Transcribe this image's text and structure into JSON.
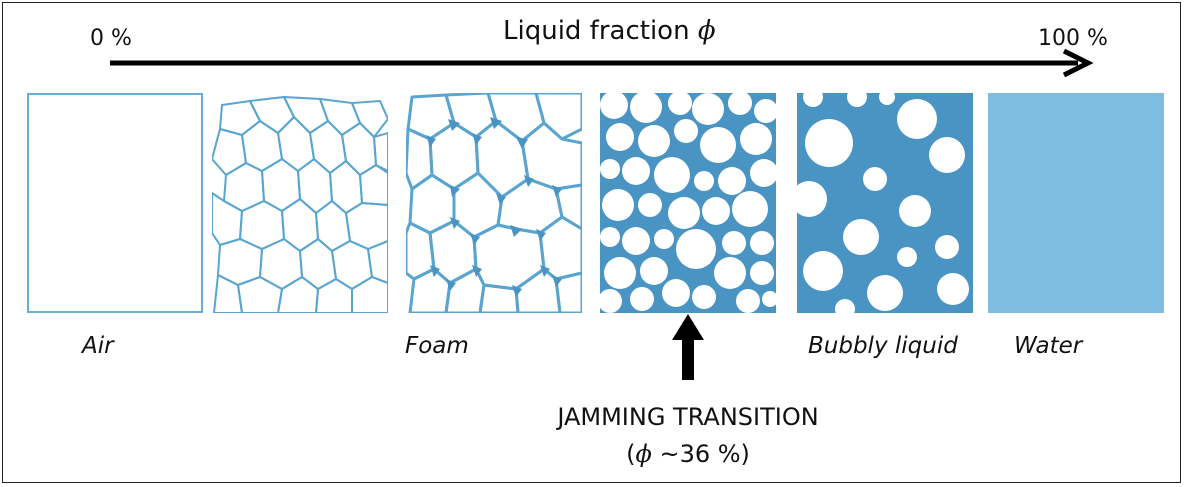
{
  "axis": {
    "left_label": "0 %",
    "right_label": "100 %",
    "title_text": "Liquid fraction ",
    "title_symbol": "ϕ"
  },
  "panels": [
    {
      "id": "air",
      "label": "Air"
    },
    {
      "id": "dry-foam",
      "label": ""
    },
    {
      "id": "wet-foam",
      "label": "Foam"
    },
    {
      "id": "jammed",
      "label": ""
    },
    {
      "id": "bubbly",
      "label": "Bubbly liquid"
    },
    {
      "id": "water",
      "label": "Water"
    }
  ],
  "labels": {
    "air": "Air",
    "foam": "Foam",
    "bubbly": "Bubbly liquid",
    "water": "Water"
  },
  "jamming": {
    "title": "JAMMING TRANSITION",
    "open": "(",
    "symbol": "ϕ",
    "value": " ~36 %)"
  },
  "colors": {
    "liquid": "#4a94c4",
    "water": "#7fbde0",
    "film": "#5aa5d0",
    "air_border": "#6aaed8",
    "arrow": "#000000"
  }
}
